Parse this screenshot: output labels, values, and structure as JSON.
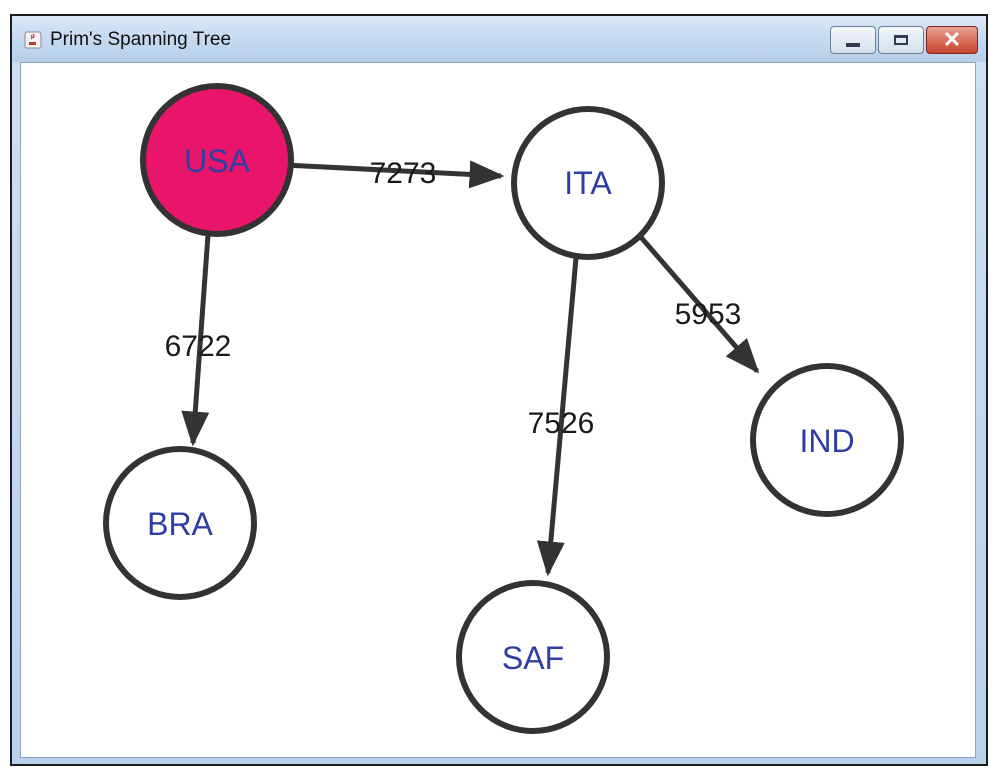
{
  "window": {
    "title": "Prim's Spanning Tree",
    "controls": {
      "minimize_icon": "minimize-icon",
      "maximize_icon": "maximize-icon",
      "close_icon": "close-icon"
    }
  },
  "graph": {
    "nodes": [
      {
        "id": "USA",
        "label": "USA",
        "highlighted": true
      },
      {
        "id": "ITA",
        "label": "ITA",
        "highlighted": false
      },
      {
        "id": "BRA",
        "label": "BRA",
        "highlighted": false
      },
      {
        "id": "IND",
        "label": "IND",
        "highlighted": false
      },
      {
        "id": "SAF",
        "label": "SAF",
        "highlighted": false
      }
    ],
    "edges": [
      {
        "from": "USA",
        "to": "ITA",
        "weight": "7273"
      },
      {
        "from": "USA",
        "to": "BRA",
        "weight": "6722"
      },
      {
        "from": "ITA",
        "to": "SAF",
        "weight": "7526"
      },
      {
        "from": "ITA",
        "to": "IND",
        "weight": "5953"
      }
    ]
  },
  "colors": {
    "highlight_fill": "#e8156b",
    "node_fill": "#ffffff",
    "stroke": "#333333",
    "node_text": "#2e3fa3",
    "edge_text": "#1a1a1a"
  }
}
